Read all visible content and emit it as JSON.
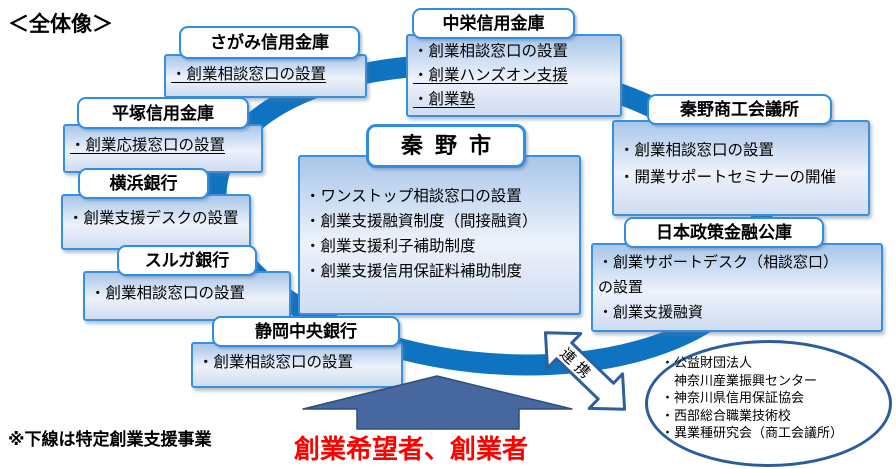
{
  "page": {
    "overview_label": "＜全体像＞",
    "note": "※下線は特定創業支援事業",
    "applicants": "創業希望者、創業者",
    "renkei_label": "連携"
  },
  "colors": {
    "ring_blue": "#0e73c1",
    "box_border_blue": "#2f8de2",
    "big_arrow_fill": "#46689e",
    "renkei_arrow_border": "#2d5f9e",
    "applicants_red": "#ff0000"
  },
  "institutions": {
    "sagami": {
      "name": "さがみ信用金庫",
      "items": [
        {
          "text": "・創業相談窓口の設置",
          "underline": true
        }
      ]
    },
    "chuei": {
      "name": "中栄信用金庫",
      "items": [
        {
          "text": "・創業相談窓口の設置",
          "underline": false
        },
        {
          "text": "・創業ハンズオン支援",
          "underline": true
        },
        {
          "text": "・創業塾",
          "underline": true
        }
      ]
    },
    "hiratsuka": {
      "name": "平塚信用金庫",
      "items": [
        {
          "text": "・創業応援窓口の設置",
          "underline": true
        }
      ]
    },
    "yokohama": {
      "name": "横浜銀行",
      "items": [
        {
          "text": "・創業支援デスクの設置",
          "underline": false
        }
      ]
    },
    "suruga": {
      "name": "スルガ銀行",
      "items": [
        {
          "text": "・創業相談窓口の設置",
          "underline": false
        }
      ]
    },
    "shizuoka_chuo": {
      "name": "静岡中央銀行",
      "items": [
        {
          "text": "・創業相談窓口の設置",
          "underline": false
        }
      ]
    },
    "hadano_city": {
      "name": "秦野市",
      "items": [
        {
          "text": "・ワンストップ相談窓口の設置",
          "underline": false
        },
        {
          "text": "・創業支援融資制度（間接融資）",
          "underline": false
        },
        {
          "text": "・創業支援利子補助制度",
          "underline": false
        },
        {
          "text": "・創業支援信用保証料補助制度",
          "underline": false
        }
      ]
    },
    "shoko_kaigisho": {
      "name": "秦野商工会議所",
      "items": [
        {
          "text": "・創業相談窓口の設置",
          "underline": false
        },
        {
          "text": "・開業サポートセミナーの開催",
          "underline": false
        }
      ]
    },
    "kokko": {
      "name": "日本政策金融公庫",
      "items": [
        {
          "text": "・創業サポートデスク（相談窓口）",
          "underline": false
        },
        {
          "text": "の設置",
          "underline": false
        },
        {
          "text": "・創業支援融資",
          "underline": false
        }
      ]
    }
  },
  "partners": {
    "lines": [
      "・公益財団法人",
      "　神奈川産業振興センター",
      "・神奈川県信用保証協会",
      "・西部総合職業技術校",
      "・異業種研究会（商工会議所）"
    ]
  }
}
